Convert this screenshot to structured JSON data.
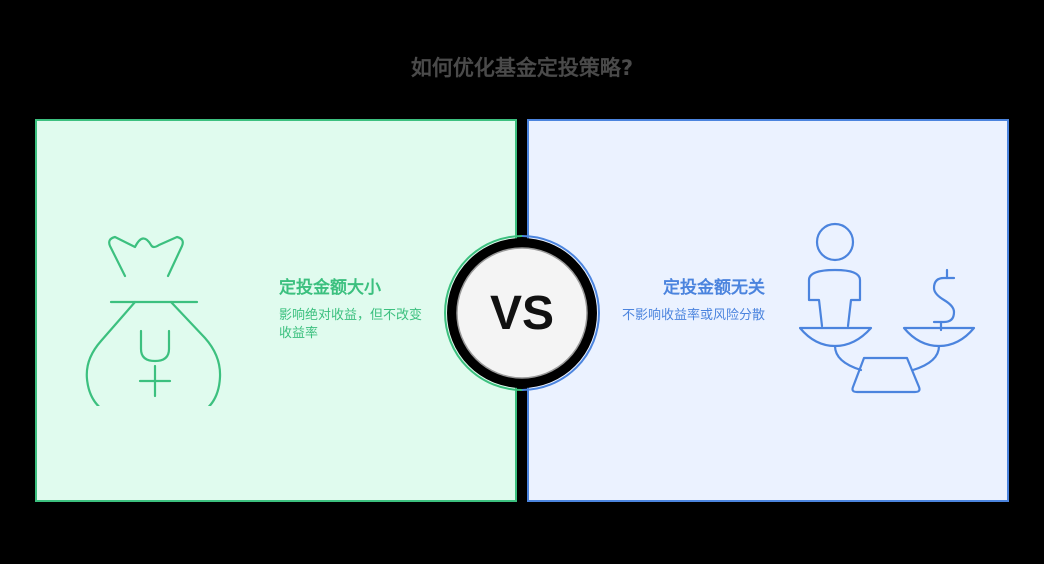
{
  "title": "如何优化基金定投策略?",
  "left": {
    "heading": "定投金额大小",
    "description": "影响绝对收益，但不改变收益率",
    "icon": "money-bag-icon",
    "color": "#3cc07f",
    "background": "#e0fbee"
  },
  "right": {
    "heading": "定投金额无关",
    "description": "不影响收益率或风险分散",
    "icon": "balance-scale-person-dollar-icon",
    "color": "#4b84de",
    "background": "#ebf2ff"
  },
  "center": {
    "label": "VS",
    "fill": "#f4f4f4"
  }
}
